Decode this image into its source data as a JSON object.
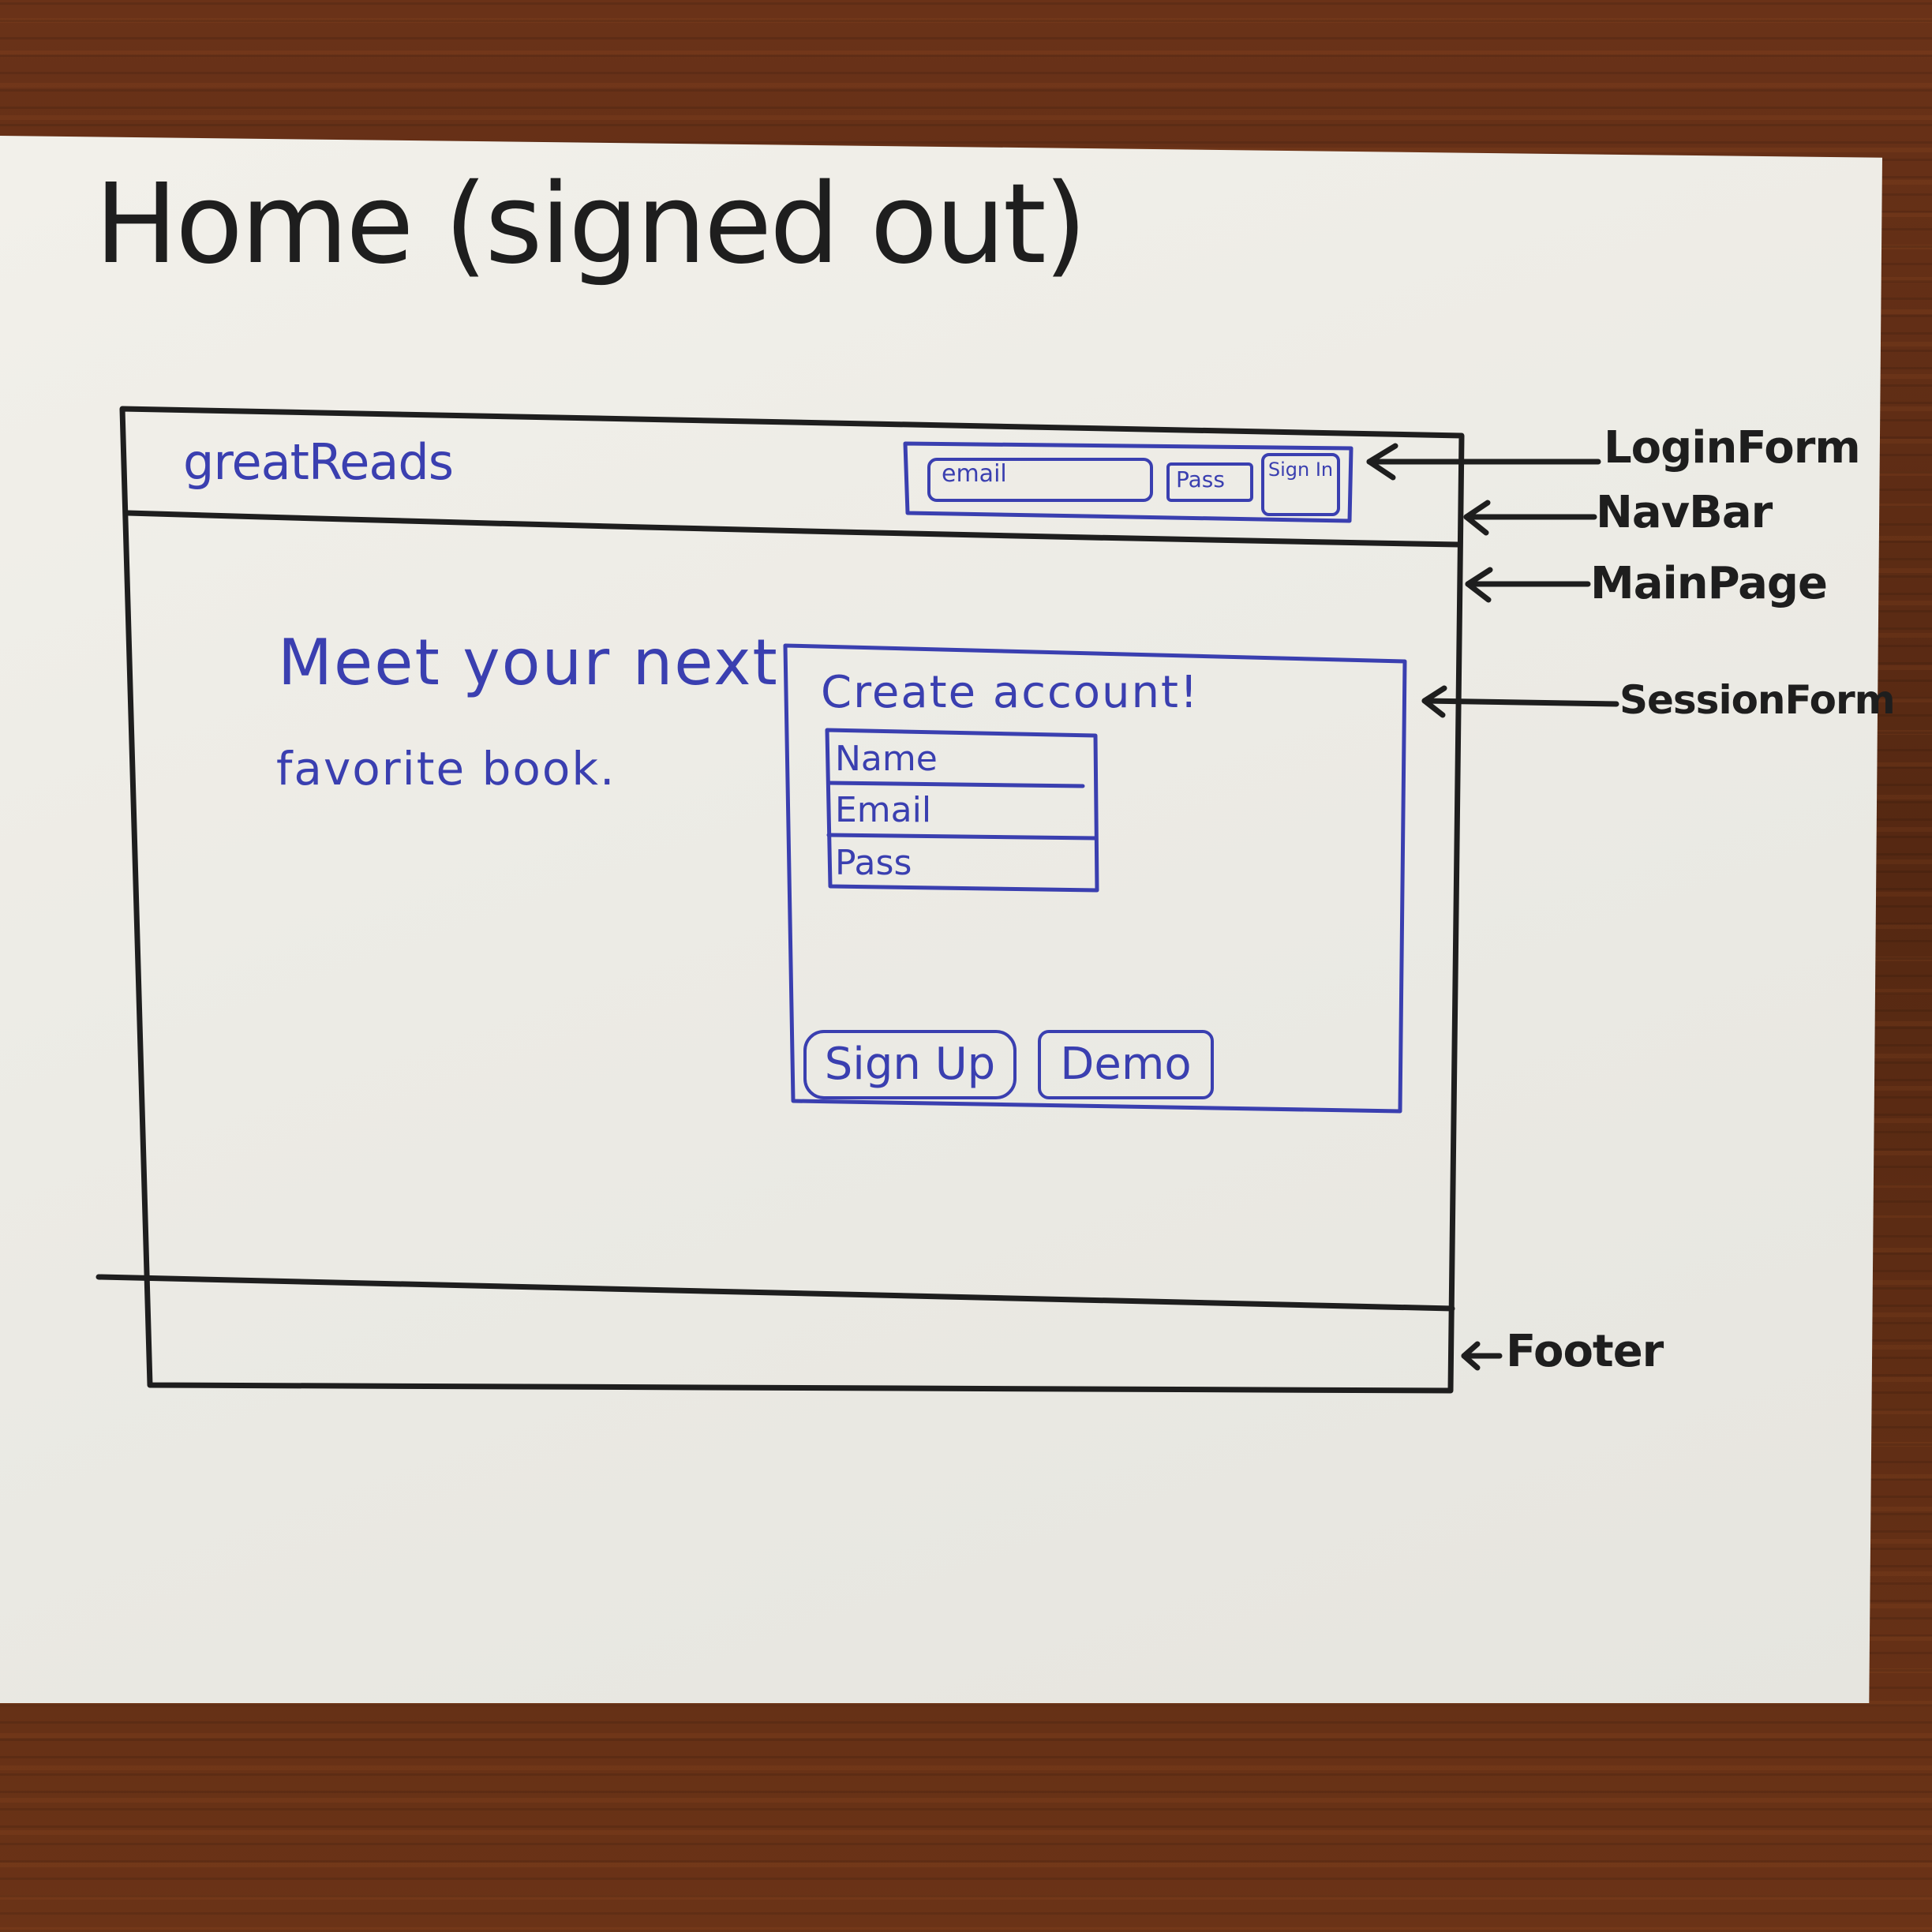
{
  "sketch": {
    "title": "Home (signed out)"
  },
  "navbar": {
    "brand": "greatReads",
    "login_form": {
      "email_label": "email",
      "pass_label": "Pass",
      "sign_in_label": "Sign In"
    }
  },
  "main": {
    "tagline_line1": "Meet your next",
    "tagline_line2": "favorite book."
  },
  "session_form": {
    "title": "Create account!",
    "fields": [
      "Name",
      "Email",
      "Pass"
    ],
    "signup_label": "Sign Up",
    "demo_label": "Demo"
  },
  "annotations": {
    "login_form": "LoginForm",
    "navbar": "NavBar",
    "main_page": "MainPage",
    "session_form": "SessionForm",
    "footer": "Footer"
  },
  "colors": {
    "ink_black": "#1e1e1e",
    "ink_blue": "#3a3fb0",
    "paper": "#ecebe5",
    "wood": "#5a2a14"
  }
}
